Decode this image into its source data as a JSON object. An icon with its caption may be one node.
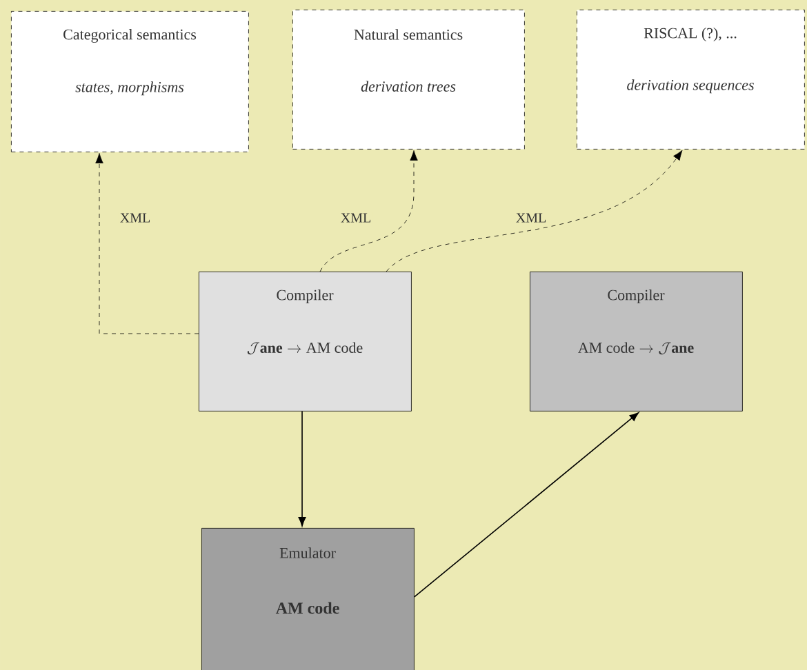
{
  "diagram": {
    "nodes": [
      {
        "text": [
          "Categorical semantics",
          "states, morphisms"
        ]
      },
      {
        "text": [
          "Natural semantics",
          "derivation trees"
        ]
      },
      {
        "text": [
          "RISCAL (?), ...",
          "derivation sequences"
        ]
      },
      {
        "text": [
          "Compiler",
          "\\mathcal{J}\\mathbf{ane}\\to\\mathrm{AM\\ code}"
        ]
      },
      {
        "text": [
          "Compiler",
          "\\mathrm{AM\\ code}\\to\\mathcal{J}\\mathbf{ane}"
        ]
      },
      {
        "text": [
          "Emulator",
          "**AM code**"
        ]
      }
    ],
    "edges": [
      {
        "from": 3,
        "to": 0,
        "arrow": "to",
        "style": "dashed",
        "label": "XML"
      },
      {
        "from": 3,
        "to": 1,
        "arrow": "to",
        "style": "dashed",
        "label": "XML"
      },
      {
        "from": 3,
        "to": 2,
        "arrow": "to",
        "style": "dashed",
        "label": "XML"
      },
      {
        "from": 3,
        "to": 5,
        "arrow": "to"
      },
      {
        "from": 5,
        "to": 4,
        "arrow": "to"
      }
    ]
  }
}
